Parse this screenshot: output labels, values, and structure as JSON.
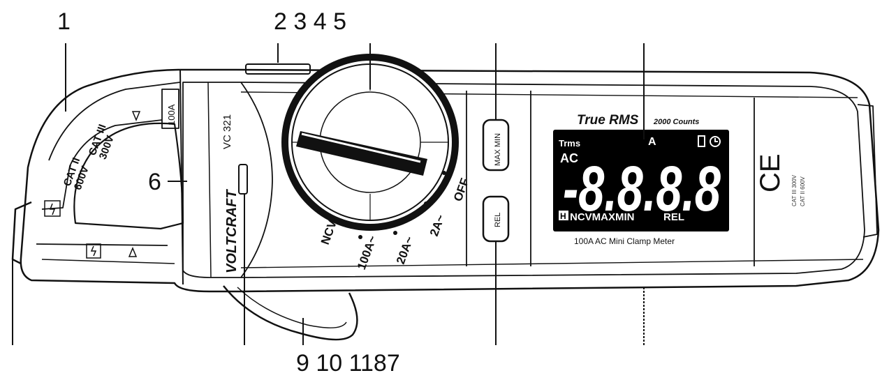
{
  "callouts": {
    "c1": "1",
    "top": "2 3 4 5",
    "c6": "6",
    "bottom": "9 10 1187"
  },
  "jaw": {
    "cat_600": "CAT II\n600V",
    "cat_300": "CAT III\n300V",
    "amp_label": "100A"
  },
  "body": {
    "model": "VC 321",
    "brand": "VOLTCRAFT"
  },
  "dial": {
    "positions": [
      "NCV",
      "100A~",
      "20A~",
      "2A~",
      "OFF"
    ]
  },
  "buttons": {
    "maxmin": "MAX MIN",
    "rel": "REL"
  },
  "display": {
    "header": "True RMS",
    "counts": "2000 Counts",
    "trms": "Trms",
    "ac": "AC",
    "amp_symbol": "A",
    "digits": "-8.8.8.8",
    "bottom_row": "NCVMAXMIN",
    "h_symbol": "H",
    "rel_indicator": "REL",
    "subtitle": "100A AC Mini Clamp Meter"
  },
  "right_panel": {
    "ce": "CE",
    "cat_rating_1": "CAT III 300V",
    "cat_rating_2": "CAT II 600V"
  }
}
